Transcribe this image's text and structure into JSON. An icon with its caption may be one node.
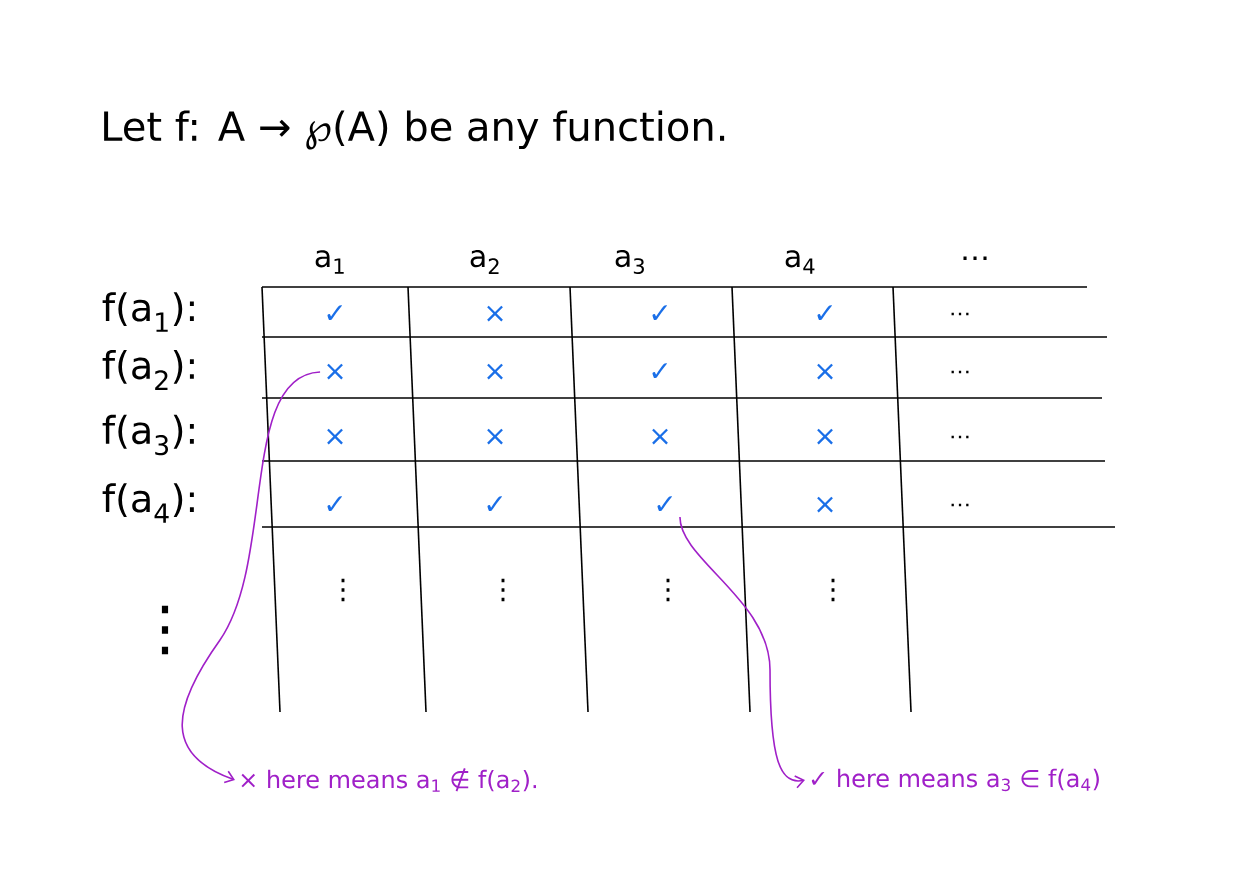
{
  "diagram": {
    "title": "Let f: A → ℘(A) be any function.",
    "nodes": [
      {
        "text": [
          "×"
        ]
      },
      {
        "text": [
          "✓"
        ]
      },
      {
        "text": [
          "× here means a$_{1}$ ∉ f(a$_{2}$)."
        ]
      },
      {
        "text": [
          "✓ here means a$_{3}$ ∈ f(a$_{4}$)"
        ]
      }
    ],
    "edges": [
      {
        "from": 0,
        "to": 2,
        "arrow": "to"
      },
      {
        "from": 1,
        "to": 3,
        "arrow": "to"
      }
    ],
    "labels": [
      "a$_{1}$",
      "a$_{2}$",
      "a$_{3}$",
      "a$_{4}$",
      "⋯",
      "f(a$_{1}$):",
      "✓",
      "×",
      "✓",
      "✓",
      "…",
      "f(a$_{2}$):",
      "×",
      "✓",
      "×",
      "…",
      "f(a$_{3}$):",
      "×",
      "×",
      "×",
      "×",
      "…",
      "f(a$_{4}$):",
      "✓",
      "✓",
      "×",
      "…",
      "⋮",
      "⋮",
      "⋮",
      "⋮",
      "⋮"
    ]
  }
}
